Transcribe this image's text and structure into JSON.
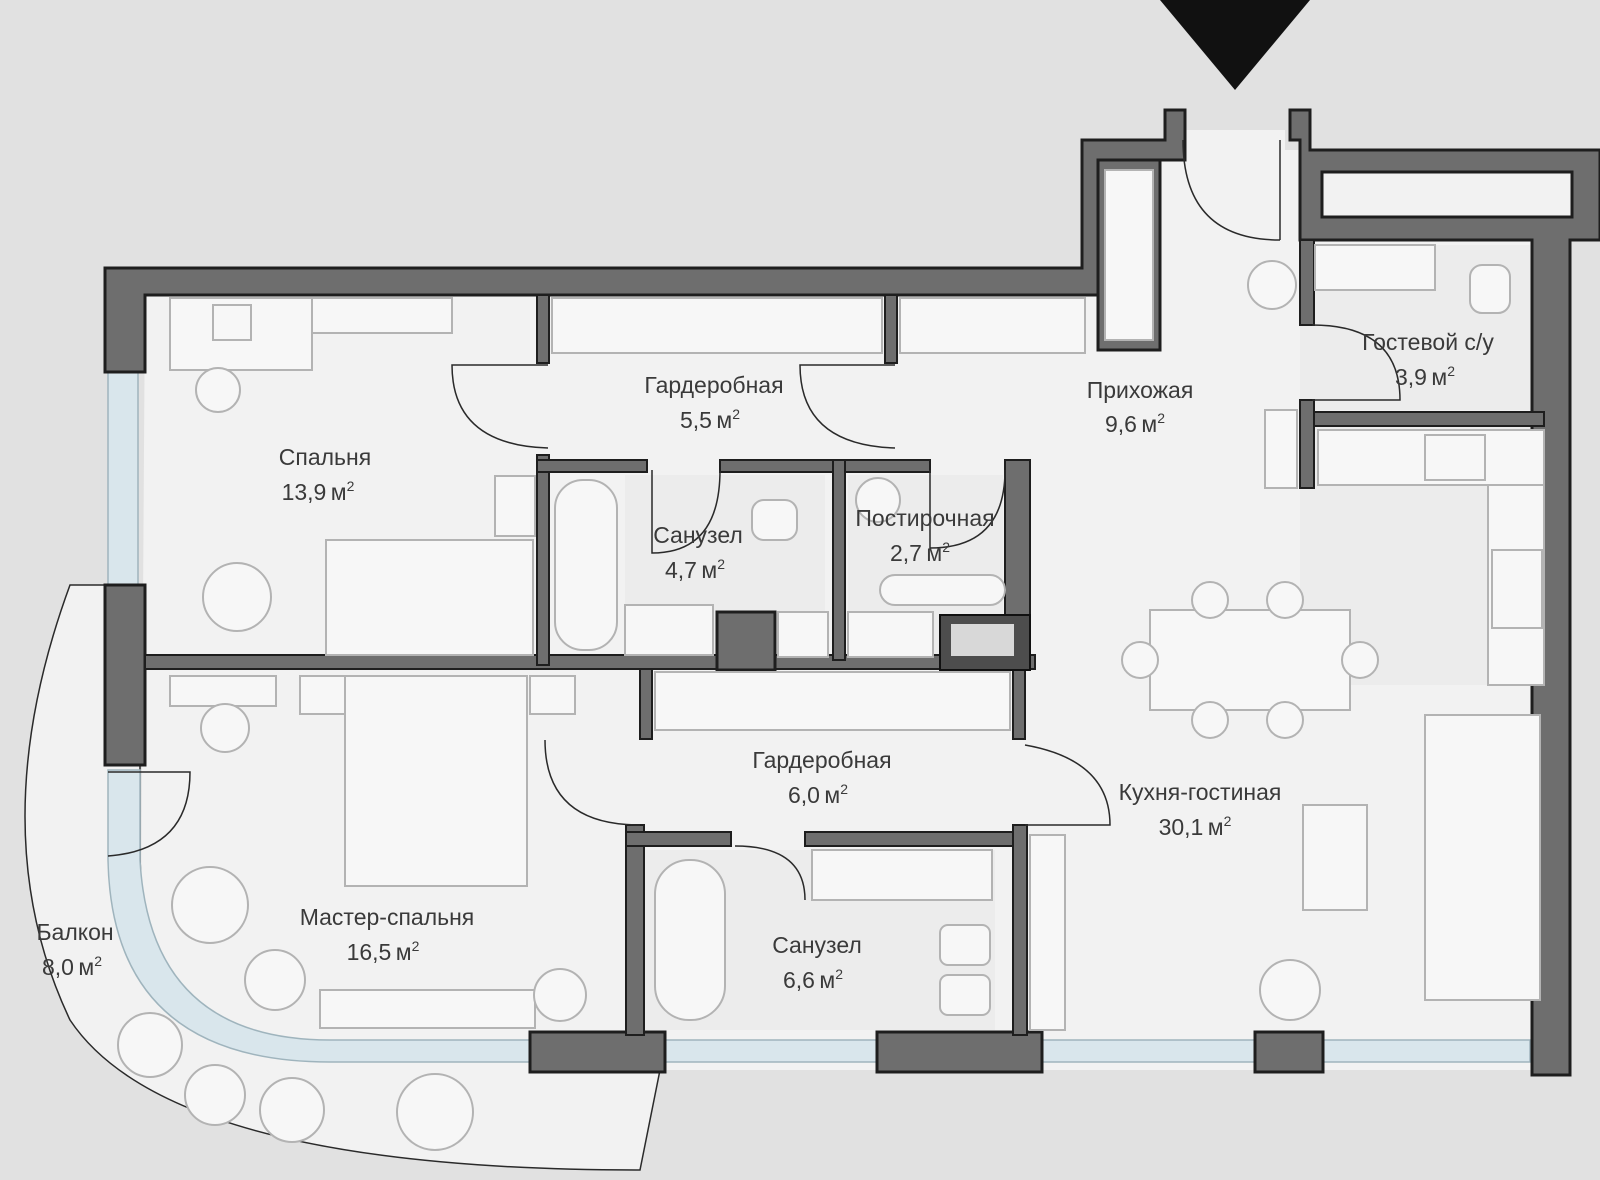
{
  "rooms": [
    {
      "id": "bedroom",
      "name": "Спальня",
      "area": "13,9",
      "unit": "м",
      "sup": "2"
    },
    {
      "id": "wardrobe1",
      "name": "Гардеробная",
      "area": "5,5",
      "unit": "м",
      "sup": "2"
    },
    {
      "id": "hall",
      "name": "Прихожая",
      "area": "9,6",
      "unit": "м",
      "sup": "2"
    },
    {
      "id": "guest-wc",
      "name": "Гостевой с/у",
      "area": "3,9",
      "unit": "м",
      "sup": "2"
    },
    {
      "id": "bath1",
      "name": "Санузел",
      "area": "4,7",
      "unit": "м",
      "sup": "2"
    },
    {
      "id": "laundry",
      "name": "Постирочная",
      "area": "2,7",
      "unit": "м",
      "sup": "2"
    },
    {
      "id": "wardrobe2",
      "name": "Гардеробная",
      "area": "6,0",
      "unit": "м",
      "sup": "2"
    },
    {
      "id": "kitchen",
      "name": "Кухня-гостиная",
      "area": "30,1",
      "unit": "м",
      "sup": "2"
    },
    {
      "id": "master",
      "name": "Мастер-спальня",
      "area": "16,5",
      "unit": "м",
      "sup": "2"
    },
    {
      "id": "bath2",
      "name": "Санузел",
      "area": "6,6",
      "unit": "м",
      "sup": "2"
    },
    {
      "id": "balcony",
      "name": "Балкон",
      "area": "8,0",
      "unit": "м",
      "sup": "2"
    }
  ],
  "icons": {
    "entrance": "entrance-arrow-icon"
  },
  "colors": {
    "background": "#e1e1e1",
    "wall": "#6e6e6e",
    "floor": "#f2f2f2",
    "glass": "#d9e6ec"
  }
}
